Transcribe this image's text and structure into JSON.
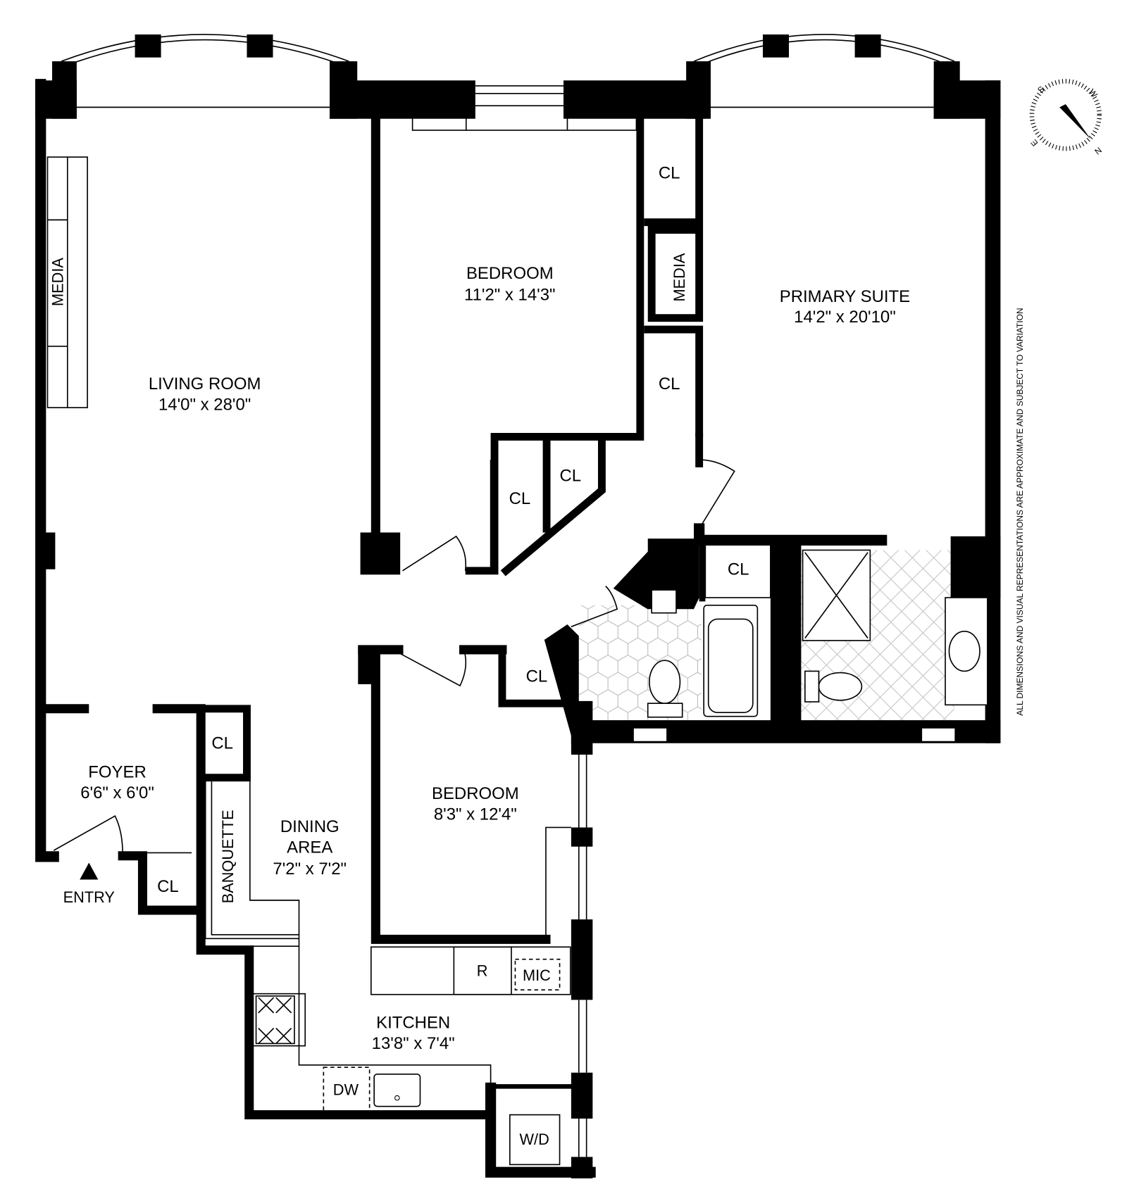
{
  "colors": {
    "wall": "#000000",
    "background": "#ffffff",
    "tile": "#bbbbbb"
  },
  "rooms": {
    "living_room": {
      "name": "LIVING ROOM",
      "size": "14'0\" x 28'0\""
    },
    "bedroom_1": {
      "name": "BEDROOM",
      "size": "11'2\" x 14'3\""
    },
    "primary_suite": {
      "name": "PRIMARY SUITE",
      "size": "14'2\" x 20'10\""
    },
    "foyer": {
      "name": "FOYER",
      "size": "6'6\" x 6'0\""
    },
    "dining_area": {
      "name_line1": "DINING",
      "name_line2": "AREA",
      "size": "7'2\" x 7'2\""
    },
    "bedroom_2": {
      "name": "BEDROOM",
      "size": "8'3\" x 12'4\""
    },
    "kitchen": {
      "name": "KITCHEN",
      "size": "13'8\" x 7'4\""
    }
  },
  "fixtures": {
    "media_living": "MEDIA",
    "media_primary": "MEDIA",
    "closet": "CL",
    "banquette": "BANQUETTE",
    "refrigerator": "R",
    "microwave": "MIC",
    "dishwasher": "DW",
    "washer_dryer": "W/D"
  },
  "entry": {
    "label": "ENTRY",
    "icon": "entry-triangle-icon"
  },
  "compass": {
    "icon": "compass-icon",
    "n": "N",
    "s": "S",
    "e": "E",
    "w": "W"
  },
  "disclaimer": "ALL DIMENSIONS AND VISUAL REPRESENTATIONS ARE APPROXIMATE AND SUBJECT TO VARIATION"
}
